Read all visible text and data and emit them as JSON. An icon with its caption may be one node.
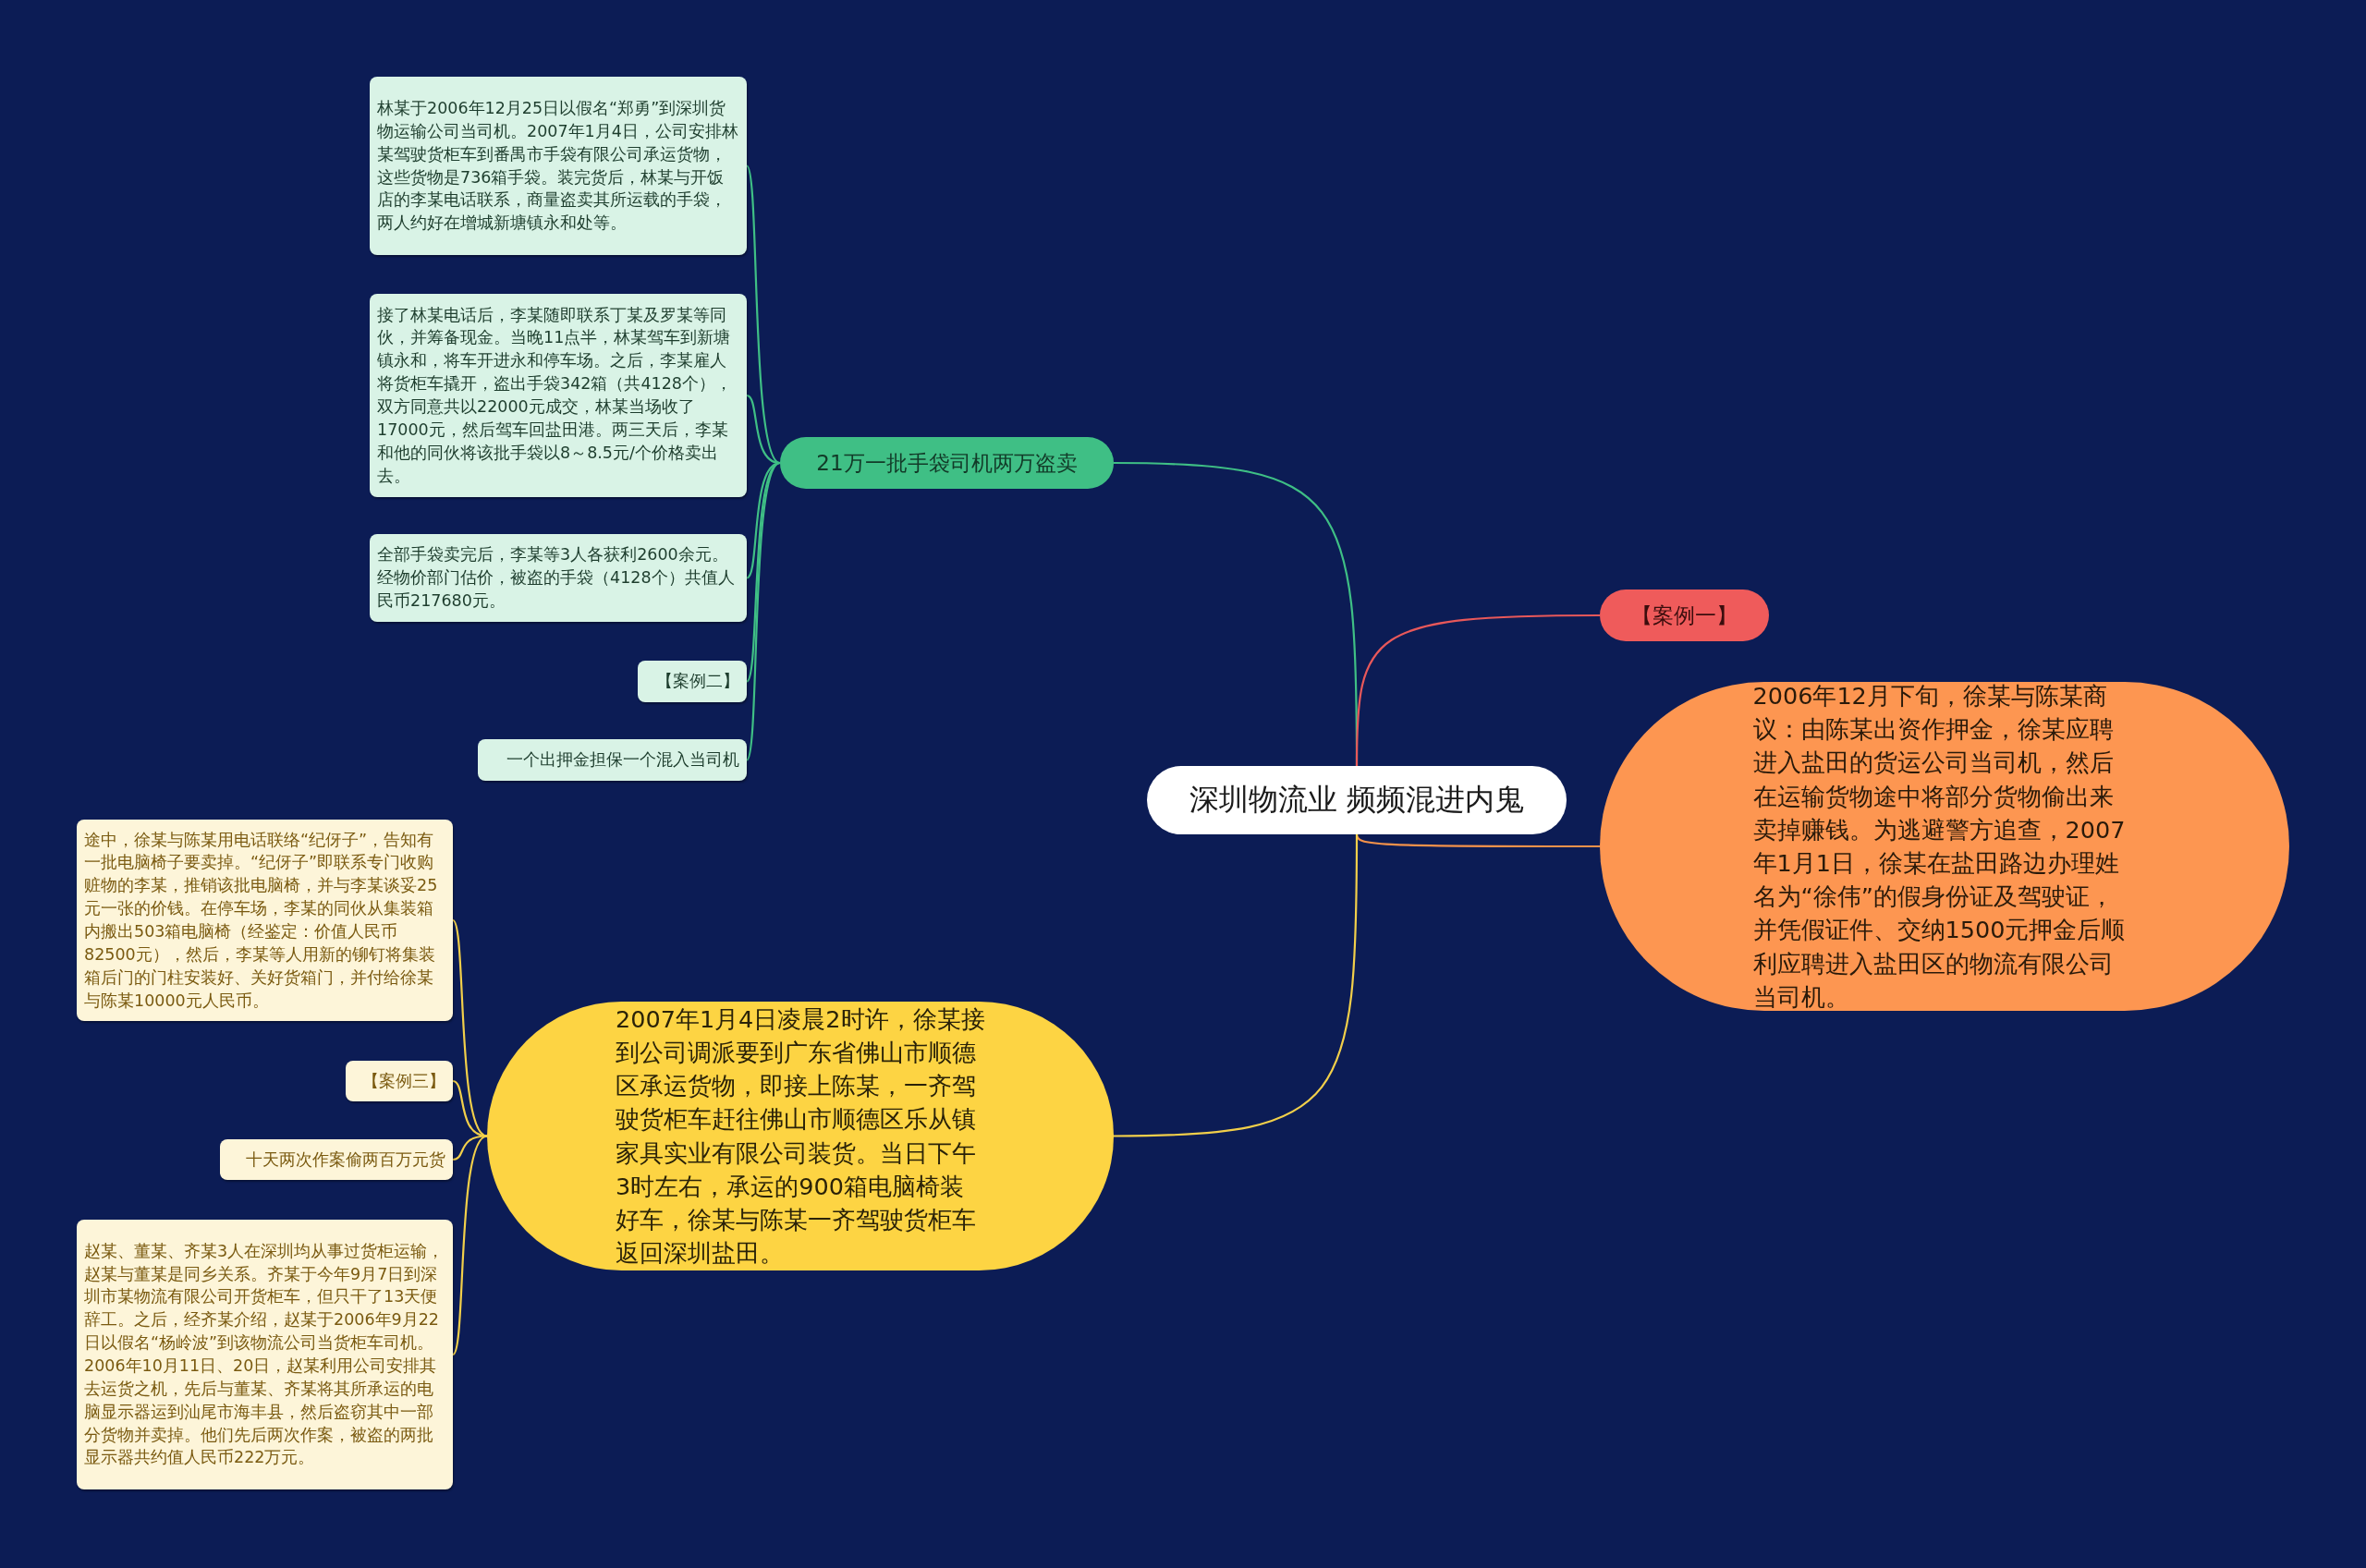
{
  "diagram": {
    "nodes": [
      {
        "text": [
          "深圳物流业 频频混进内鬼"
        ]
      },
      {
        "text": [
          "21万一批手袋司机两万盗卖"
        ]
      },
      {
        "text": [
          "林某于2006年12月25日以假名“郑勇”到深圳货物运输公司当司机。2007年1月4日，公司安排林某驾驶货柜车到番禺市手袋有限公司承运货物，这些货物是736箱手袋。装完货后，林某与开饭店的李某电话联系，商量盗卖其所运载的手袋，两人约好在增城新塘镇永和处等。"
        ]
      },
      {
        "text": [
          "接了林某电话后，李某随即联系丁某及罗某等同伙，并筹备现金。当晚11点半，林某驾车到新塘镇永和，将车开进永和停车场。之后，李某雇人将货柜车撬开，盗出手袋342箱（共4128个），双方同意共以22000元成交，林某当场收了17000元，然后驾车回盐田港。两三天后，李某和他的同伙将该批手袋以8～8.5元/个价格卖出去。"
        ]
      },
      {
        "text": [
          "全部手袋卖完后，李某等3人各获利2600余元。经物价部门估价，被盗的手袋（4128个）共值人民币217680元。"
        ]
      },
      {
        "text": [
          "【案例二】"
        ]
      },
      {
        "text": [
          "一个出押金担保一个混入当司机"
        ]
      },
      {
        "text": [
          "【案例一】"
        ]
      },
      {
        "text": [
          "2006年12月下旬，徐某与陈某商议：由陈某出资作押金，徐某应聘进入盐田的货运公司当司机，然后在运输货物途中将部分货物偷出来卖掉赚钱。为逃避警方追查，2007年1月1日，徐某在盐田路边办理姓名为“徐伟”的假身份证及驾驶证，并凭假证件、交纳1500元押金后顺利应聘进入盐田区的物流有限公司当司机。"
        ]
      },
      {
        "text": [
          "2007年1月4日凌晨2时许，徐某接到公司调派要到广东省佛山市顺德区承运货物，即接上陈某，一齐驾驶货柜车赶往佛山市顺德区乐从镇家具实业有限公司装货。当日下午3时左右，承运的900箱电脑椅装好车，徐某与陈某一齐驾驶货柜车返回深圳盐田。"
        ]
      },
      {
        "text": [
          "途中，徐某与陈某用电话联络“纪伢子”，告知有一批电脑椅子要卖掉。“纪伢子”即联系专门收购赃物的李某，推销该批电脑椅，并与李某谈妥25元一张的价钱。在停车场，李某的同伙从集装箱内搬出503箱电脑椅（经鉴定：价值人民币82500元），然后，李某等人用新的铆钉将集装箱后门的门柱安装好、关好货箱门，并付给徐某与陈某10000元人民币。"
        ]
      },
      {
        "text": [
          "【案例三】"
        ]
      },
      {
        "text": [
          "十天两次作案偷两百万元货"
        ]
      },
      {
        "text": [
          "赵某、董某、齐某3人在深圳均从事过货柜运输，赵某与董某是同乡关系。齐某于今年9月7日到深圳市某物流有限公司开货柜车，但只干了13天便辞工。之后，经齐某介绍，赵某于2006年9月22日以假名“杨岭波”到该物流公司当货柜车司机。2006年10月11日、20日，赵某利用公司安排其去运货之机，先后与董某、齐某将其所承运的电脑显示器运到汕尾市海丰县，然后盗窃其中一部分货物并卖掉。他们先后两次作案，被盗的两批显示器共约值人民币222万元。"
        ]
      }
    ],
    "edges": [
      {
        "from": 0,
        "to": 1,
        "arrow": "none"
      },
      {
        "from": 1,
        "to": 2,
        "arrow": "none"
      },
      {
        "from": 1,
        "to": 3,
        "arrow": "none"
      },
      {
        "from": 1,
        "to": 4,
        "arrow": "none"
      },
      {
        "from": 1,
        "to": 5,
        "arrow": "none"
      },
      {
        "from": 1,
        "to": 6,
        "arrow": "none"
      },
      {
        "from": 0,
        "to": 7,
        "arrow": "none",
        "color": "#e8585a"
      },
      {
        "from": 0,
        "to": 8,
        "arrow": "none",
        "color": "#f5924a"
      },
      {
        "from": 0,
        "to": 9,
        "arrow": "none",
        "color": "#f2cf4a"
      },
      {
        "from": 9,
        "to": 10,
        "arrow": "none",
        "color": "#f2cf4a"
      },
      {
        "from": 9,
        "to": 11,
        "arrow": "none",
        "color": "#f2cf4a"
      },
      {
        "from": 9,
        "to": 12,
        "arrow": "none",
        "color": "#f2cf4a"
      },
      {
        "from": 9,
        "to": 13,
        "arrow": "none",
        "color": "#f2cf4a"
      }
    ]
  }
}
